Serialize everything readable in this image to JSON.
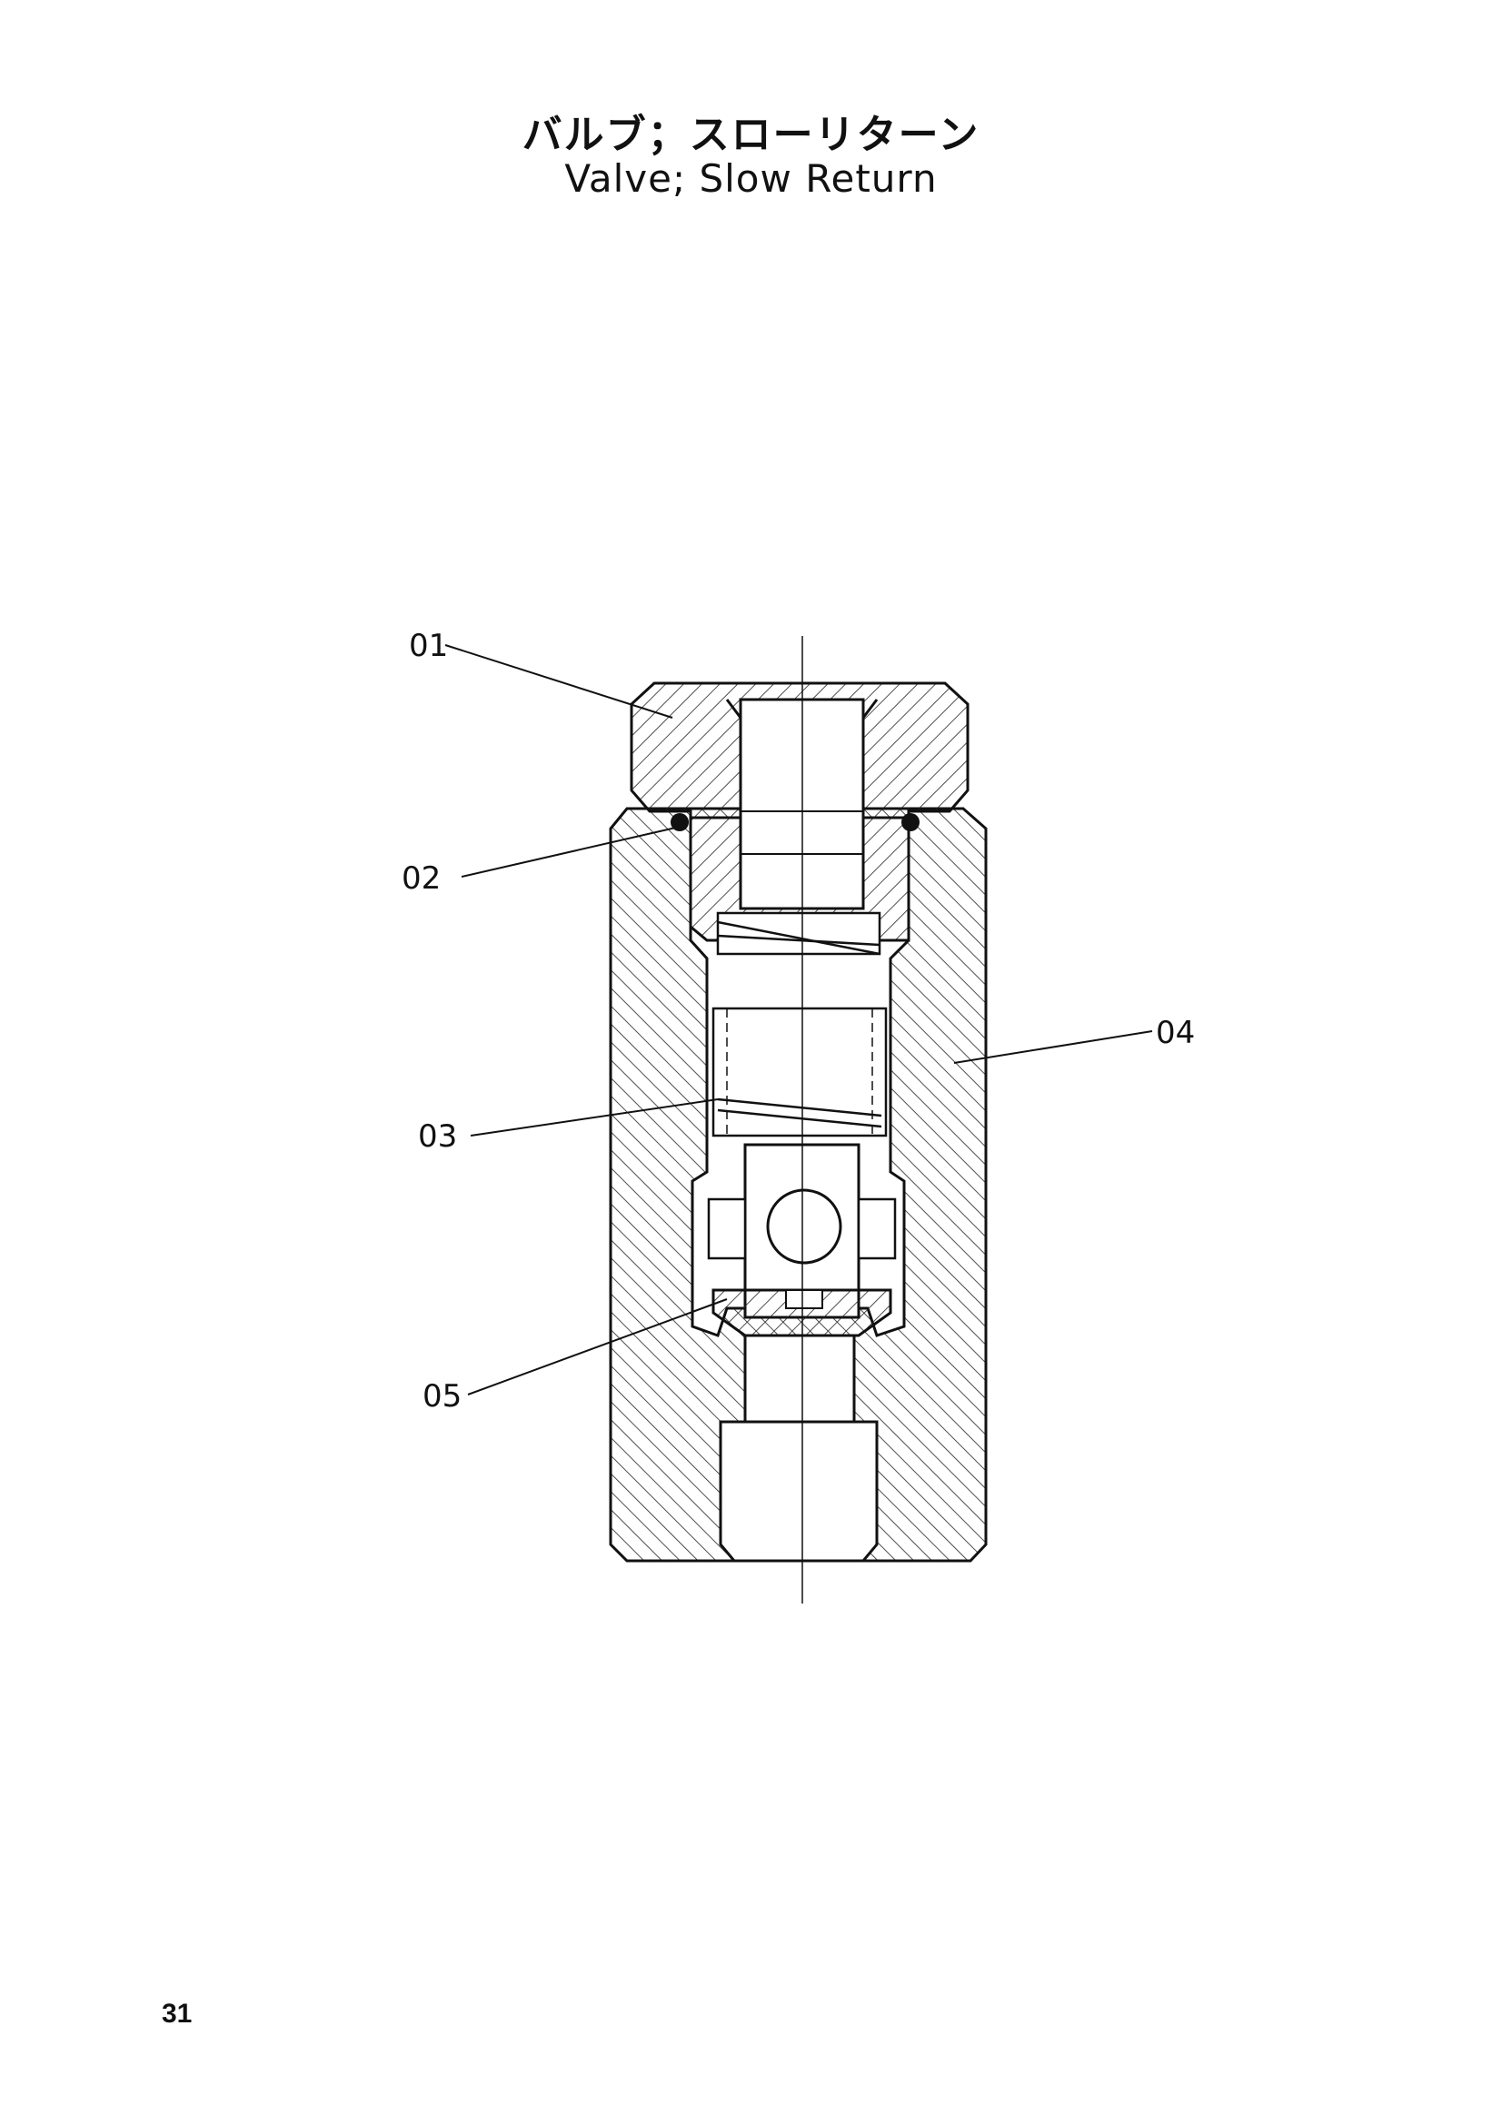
{
  "title": {
    "japanese": "バルブ；スローリターン",
    "english": "Valve; Slow Return"
  },
  "callouts": [
    "01",
    "02",
    "03",
    "04",
    "05"
  ],
  "page_number": "31"
}
